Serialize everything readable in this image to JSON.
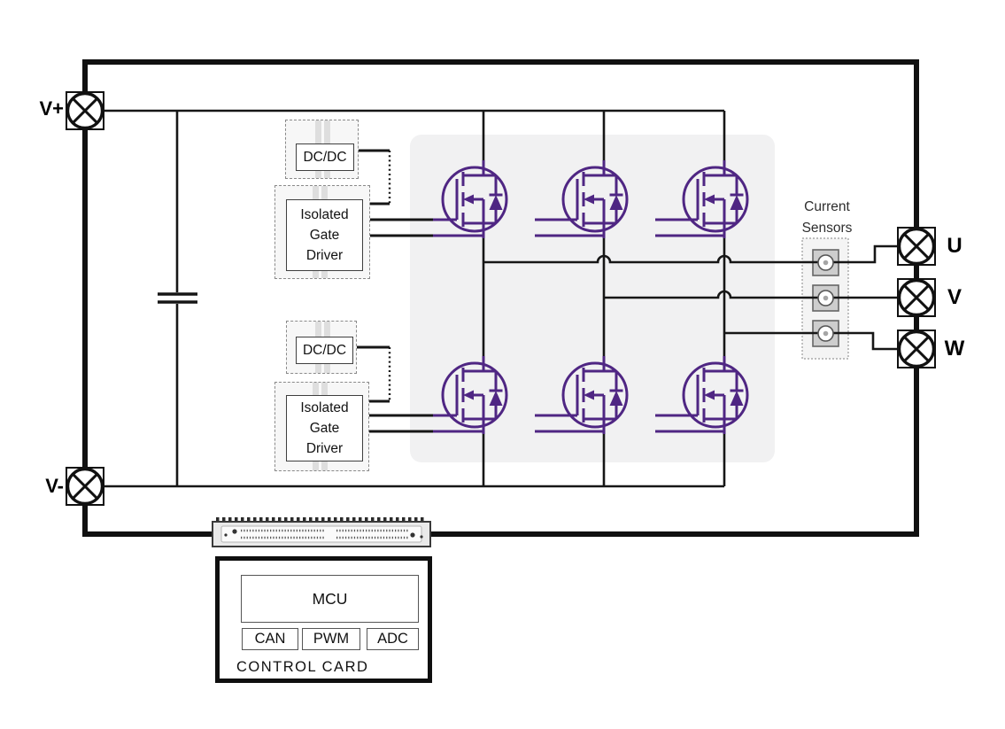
{
  "terminals": {
    "dc_plus": "V+",
    "dc_minus": "V-",
    "phase_u": "U",
    "phase_v": "V",
    "phase_w": "W"
  },
  "current_sensors": {
    "label_line1": "Current",
    "label_line2": "Sensors",
    "count": 3
  },
  "gate_drive_top": {
    "dcdc_label": "DC/DC",
    "driver_line1": "Isolated",
    "driver_line2": "Gate",
    "driver_line3": "Driver"
  },
  "gate_drive_bottom": {
    "dcdc_label": "DC/DC",
    "driver_line1": "Isolated",
    "driver_line2": "Gate",
    "driver_line3": "Driver"
  },
  "control_card": {
    "mcu_label": "MCU",
    "peripherals": [
      "CAN",
      "PWM",
      "ADC"
    ],
    "title": "CONTROL CARD"
  },
  "power_stage": {
    "mosfet_count": 6,
    "topology": "three-phase bridge"
  },
  "colors": {
    "mosfet_purple": "#4F2683",
    "wire_black": "#161616",
    "module_fill": "#F1F1F2",
    "iso_box_fill": "#F7F7F7"
  }
}
